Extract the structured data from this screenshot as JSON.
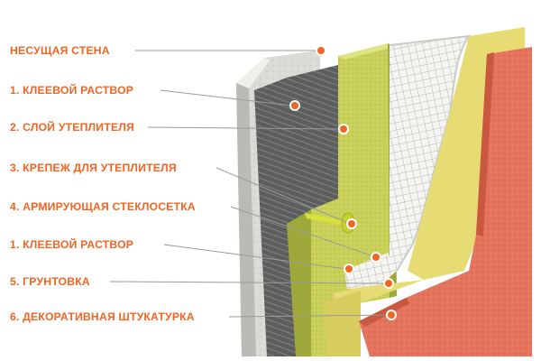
{
  "colors": {
    "accent": "#f26522",
    "leader": "#9a9a9a",
    "concrete": "#d9dbd7",
    "concrete_dark": "#b9bcb6",
    "mortar": "#5b5e5d",
    "insulation": "#c8d05a",
    "insulation_dark": "#9ea83a",
    "mesh": "#f2f2ef",
    "primer": "#e7dc73",
    "plaster": "#e4745e",
    "plaster_dark": "#c9583f",
    "anchor": "#d8e23a"
  },
  "layers": [
    {
      "id": "load-bearing-wall",
      "label": "НЕСУЩАЯ СТЕНА"
    },
    {
      "id": "adhesive-mortar-1",
      "label": "1. КЛЕЕВОЙ РАСТВОР"
    },
    {
      "id": "insulation-layer",
      "label": "2. СЛОЙ УТЕПЛИТЕЛЯ"
    },
    {
      "id": "insulation-anchor",
      "label": "3. КРЕПЕЖ ДЛЯ УТЕПЛИТЕЛЯ"
    },
    {
      "id": "reinforcing-mesh",
      "label": "4. АРМИРУЮЩАЯ СТЕКЛОСЕТКА"
    },
    {
      "id": "adhesive-mortar-2",
      "label": "1. КЛЕЕВОЙ РАСТВОР"
    },
    {
      "id": "primer",
      "label": "5. ГРУНТОВКА"
    },
    {
      "id": "decorative-plaster",
      "label": "6. ДЕКОРАТИВНАЯ ШТУКАТУРКА"
    }
  ]
}
